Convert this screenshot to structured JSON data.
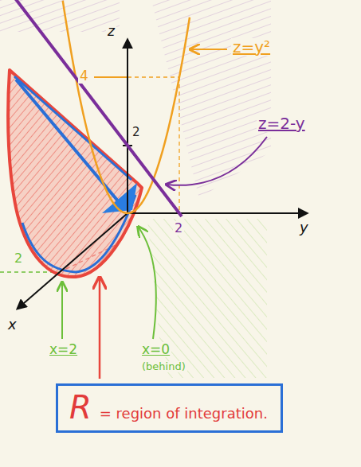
{
  "diagram": {
    "nodes": [
      {
        "text": [
          "R",
          "= region of integration."
        ]
      }
    ],
    "labels": [
      "z",
      "4",
      "2",
      "z=y²",
      "z=2-y",
      "2",
      "y",
      "2",
      "x",
      "x=2",
      "x=0",
      "(behind)"
    ]
  }
}
